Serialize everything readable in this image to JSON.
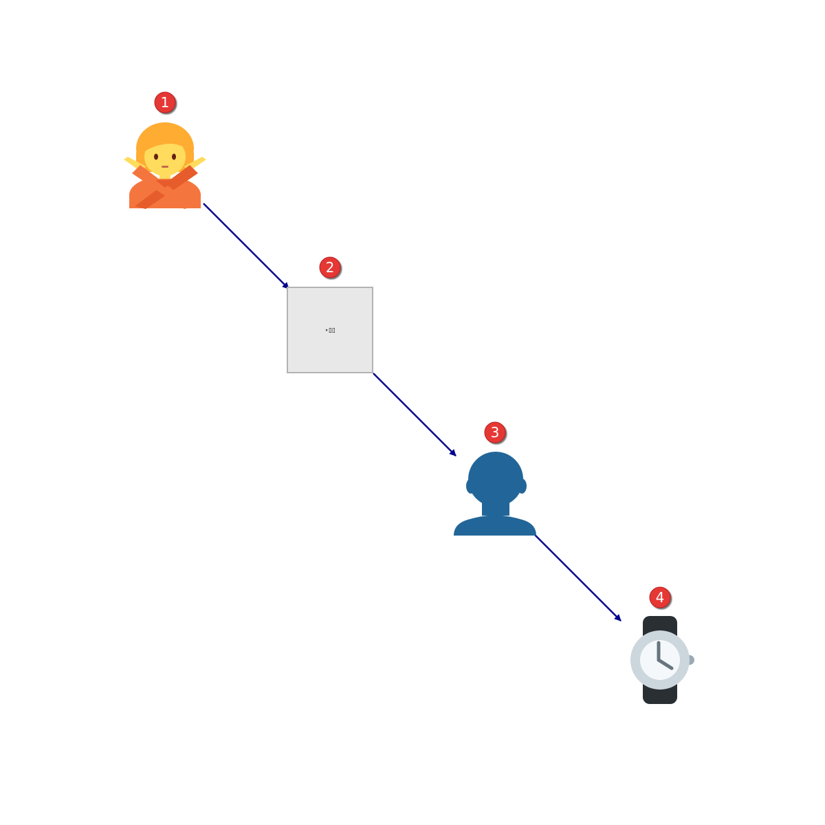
{
  "diagram": {
    "nodes": [
      {
        "id": 1,
        "badge": "1",
        "icon": "person-gesturing-no-icon"
      },
      {
        "id": 2,
        "badge": "2",
        "icon": "placeholder-box",
        "box_text": "⋆▯▯"
      },
      {
        "id": 3,
        "badge": "3",
        "icon": "person-silhouette-icon"
      },
      {
        "id": 4,
        "badge": "4",
        "icon": "watch-icon"
      }
    ],
    "edges": [
      {
        "from": 1,
        "to": 2
      },
      {
        "from": 2,
        "to": 3
      },
      {
        "from": 3,
        "to": 4
      }
    ],
    "colors": {
      "arrow": "#00008b",
      "badge": "#e53935",
      "person_hair": "#ffac33",
      "person_skin": "#ffdc5d",
      "person_shirt": "#f4763e",
      "silhouette": "#226699",
      "watch_band": "#292f33",
      "watch_face": "#ccd6dd",
      "box_fill": "#e8e8e8",
      "box_stroke": "#b3b3b3"
    }
  }
}
